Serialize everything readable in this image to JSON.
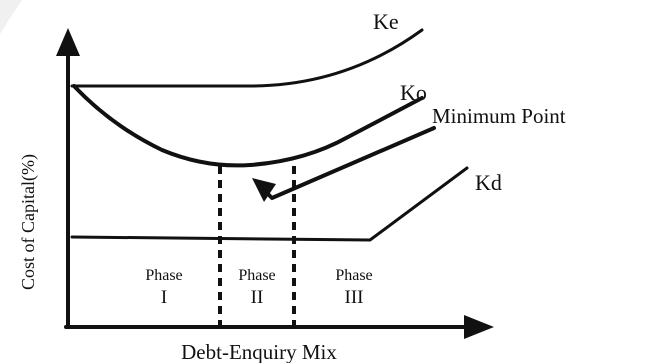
{
  "diagram": {
    "curve_labels": {
      "ke": "Ke",
      "ko": "Ko",
      "kd": "Kd"
    },
    "annotation": "Minimum Point",
    "phases": [
      {
        "word": "Phase",
        "numeral": "I"
      },
      {
        "word": "Phase",
        "numeral": "II"
      },
      {
        "word": "Phase",
        "numeral": "III"
      }
    ],
    "x_axis_label": "Debt-Enquiry Mix",
    "y_axis_label": "Cost of Capital(%)",
    "colors": {
      "ink": "#111111",
      "background": "#ffffff"
    }
  }
}
